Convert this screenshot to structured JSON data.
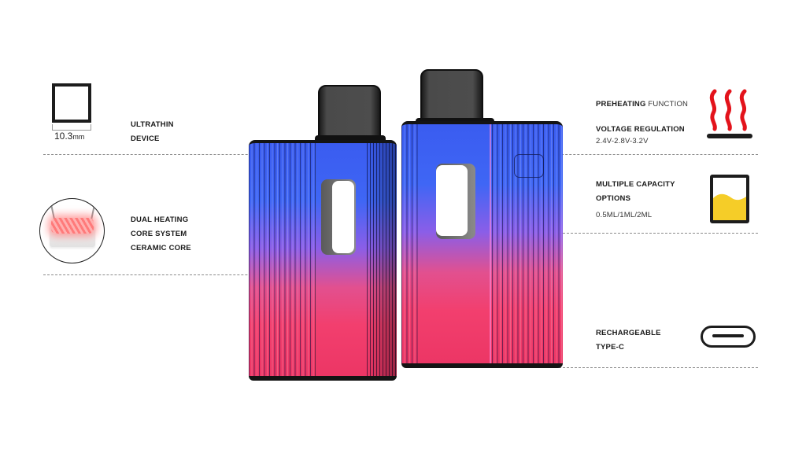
{
  "features_left": [
    {
      "id": "ultrathin",
      "icon": "square-thickness-icon",
      "dimension_value": "10.3",
      "dimension_unit": "mm",
      "lines": [
        "ULTRATHIN",
        "DEVICE"
      ]
    },
    {
      "id": "heating-core",
      "icon": "ceramic-core-icon",
      "lines": [
        "DUAL HEATING",
        "CORE SYSTEM",
        "CERAMIC CORE"
      ]
    }
  ],
  "features_right": [
    {
      "id": "preheating",
      "icon": "heat-waves-icon",
      "title_bold": "PREHEATING",
      "title_rest": " FUNCTION",
      "subtitle": "VOLTAGE REGULATION",
      "detail": "2.4V-2.8V-3.2V"
    },
    {
      "id": "capacity",
      "icon": "tank-capacity-icon",
      "lines": [
        "MULTIPLE CAPACITY",
        "OPTIONS"
      ],
      "detail": "0.5ML/1ML/2ML"
    },
    {
      "id": "charging",
      "icon": "type-c-port-icon",
      "lines": [
        "RECHARGEABLE",
        "TYPE-C"
      ]
    }
  ],
  "colors": {
    "gradient_top": "#3f66f5",
    "gradient_mid": "#8a5ee8",
    "gradient_bottom": "#f23f6e",
    "heat_red": "#e3131b",
    "liquid_yellow": "#f5cd28",
    "ink": "#1c1c1c",
    "dash": "#8a8a8a"
  }
}
